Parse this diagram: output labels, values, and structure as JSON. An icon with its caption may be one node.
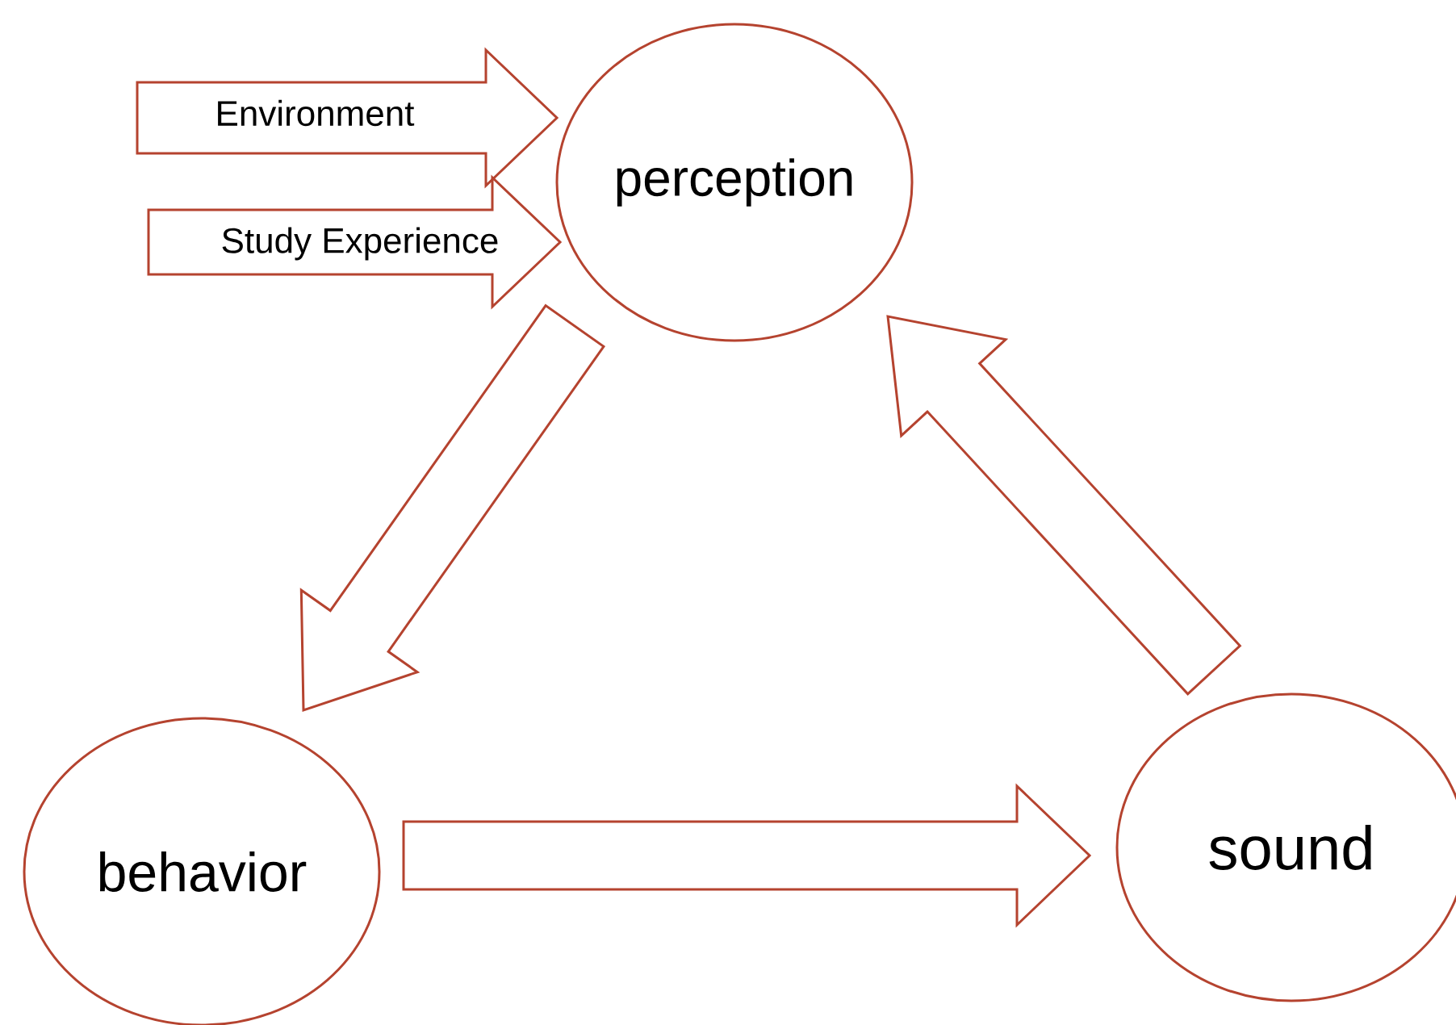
{
  "diagram": {
    "nodes": [
      {
        "text": [
          "perception"
        ]
      },
      {
        "text": [
          "behavior"
        ]
      },
      {
        "text": [
          "sound"
        ]
      },
      {
        "text": [
          "Environment"
        ]
      },
      {
        "text": [
          "Study Experience"
        ]
      }
    ],
    "edges": [
      {
        "from": 0,
        "to": 1,
        "arrow": "to"
      },
      {
        "from": 1,
        "to": 2,
        "arrow": "to"
      },
      {
        "from": 2,
        "to": 0,
        "arrow": "to"
      },
      {
        "from": 3,
        "to": 0,
        "arrow": "to"
      },
      {
        "from": 4,
        "to": 0,
        "arrow": "to"
      }
    ]
  }
}
